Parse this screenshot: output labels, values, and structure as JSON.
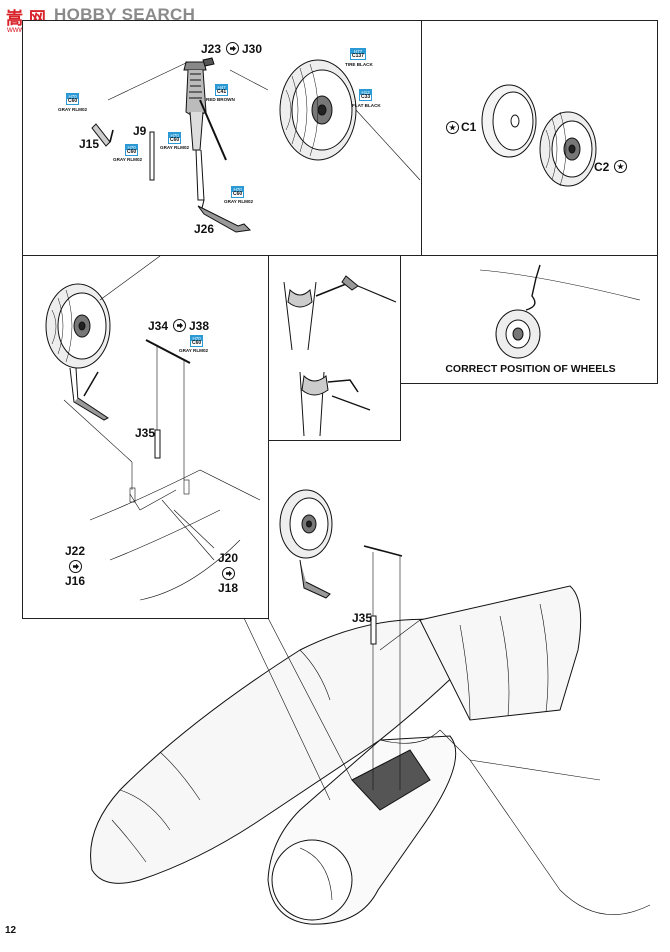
{
  "watermark": {
    "brand": "HOBBY SEARCH",
    "cn": "嵩 网",
    "url": "www.hobby.com"
  },
  "page_number": "12",
  "parts": {
    "j23": "J23",
    "j30": "J30",
    "j15": "J15",
    "j9": "J9",
    "j26": "J26",
    "c1": "C1",
    "c2": "C2",
    "j34": "J34",
    "j38": "J38",
    "j35a": "J35",
    "j22": "J22",
    "j16": "J16",
    "j20": "J20",
    "j18": "J18",
    "j35b": "J35"
  },
  "paint_tags": [
    {
      "id": "tag_c60_j15",
      "code": "C60",
      "top": "H70",
      "caption": "GRAY RLM02"
    },
    {
      "id": "tag_c41",
      "code": "C41",
      "top": "H47",
      "caption": "RED BROWN"
    },
    {
      "id": "tag_c60_j9a",
      "code": "C60",
      "top": "H70",
      "caption": "GRAY RLM02"
    },
    {
      "id": "tag_c60_j9b",
      "code": "C60",
      "top": "H70",
      "caption": "GRAY RLM02"
    },
    {
      "id": "tag_c60_j26",
      "code": "C60",
      "top": "H70",
      "caption": "GRAY RLM02"
    },
    {
      "id": "tag_c137",
      "code": "C137",
      "top": "H77",
      "caption": "TIRE BLACK"
    },
    {
      "id": "tag_c33",
      "code": "C33",
      "top": "H12",
      "caption": "FLAT BLACK"
    },
    {
      "id": "tag_c60_j38",
      "code": "C60",
      "top": "H70",
      "caption": "GRAY RLM02"
    }
  ],
  "correct_position_caption": "CORRECT POSITION OF WHEELS",
  "colors": {
    "ink": "#111111",
    "paint_tag_blue": "#2b9ad4",
    "watermark_red": "#d8232a",
    "watermark_gray": "#8a8a8a"
  }
}
